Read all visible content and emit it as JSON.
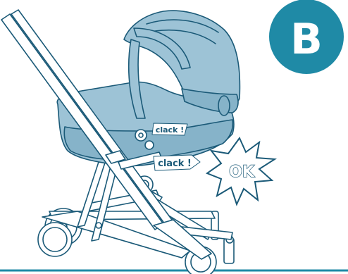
{
  "step_badge": {
    "letter": "B",
    "color": "#1f8aa6"
  },
  "labels": {
    "clack_upper": "clack !",
    "clack_lower": "clack !",
    "ok": "OK"
  },
  "colors": {
    "line": "#1b5a78",
    "seat_fill": "#9dc3d6",
    "ground": "#1f8aa6"
  }
}
